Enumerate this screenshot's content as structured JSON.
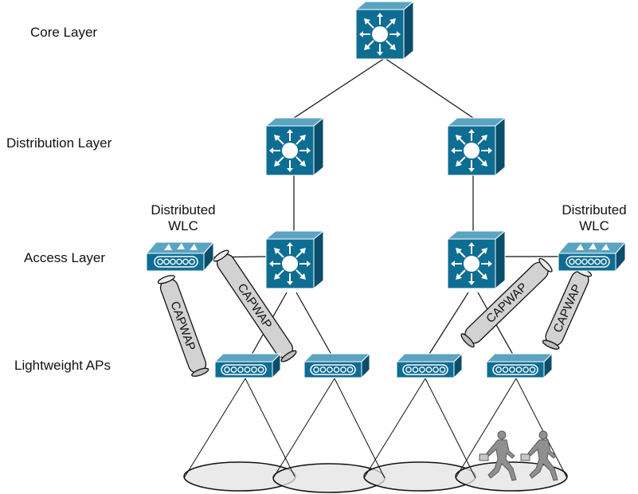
{
  "layers": {
    "core": "Core Layer",
    "distribution": "Distribution Layer",
    "access": "Access Layer",
    "aps": "Lightweight APs"
  },
  "wlc": {
    "left": {
      "line1": "Distributed",
      "line2": "WLC"
    },
    "right": {
      "line1": "Distributed",
      "line2": "WLC"
    }
  },
  "tunnels": [
    "CAPWAP",
    "CAPWAP",
    "CAPWAP",
    "CAPWAP"
  ],
  "colors": {
    "device_front": "#0e6d93",
    "device_top": "#5aa3c1",
    "device_side": "#094e6b",
    "tunnel_fill": "#d2d2d2",
    "coverage_fill": "#e3e3e3"
  }
}
